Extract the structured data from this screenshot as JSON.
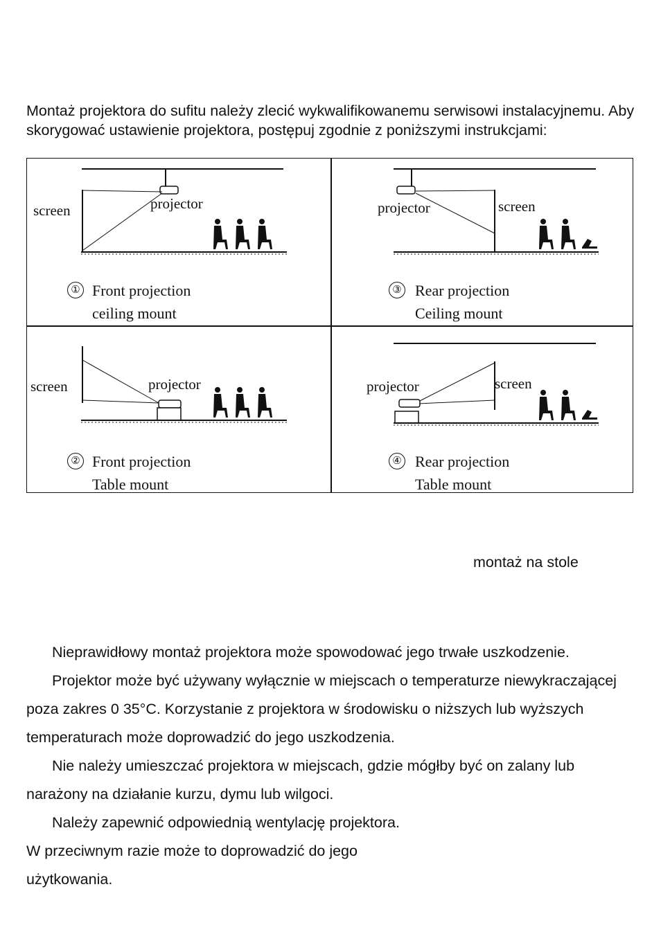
{
  "intro_text": "Montaż projektora do sufitu należy zlecić wykwalifikowanemu serwisowi instalacyjnemu. Aby skorygować ustawienie projektora, postępuj zgodnie z poniższymi instrukcjami:",
  "diagram": {
    "label_screen": "screen",
    "label_projector": "projector",
    "panels": [
      {
        "number": "①",
        "line1": "Front projection",
        "line2": "ceiling mount"
      },
      {
        "number": "③",
        "line1": "Rear projection",
        "line2": "Ceiling mount"
      },
      {
        "number": "②",
        "line1": "Front projection",
        "line2": "Table mount"
      },
      {
        "number": "④",
        "line1": "Rear projection",
        "line2": "Table mount"
      }
    ]
  },
  "side_note": "montaż na stole",
  "paragraphs": [
    "Nieprawidłowy montaż projektora może spowodować jego trwałe uszkodzenie.",
    "Projektor może być używany wyłącznie w miejscach o temperaturze niewykraczającej poza zakres 0 35°C. Korzystanie z projektora w środowisku o niższych lub wyższych temperaturach może doprowadzić do jego uszkodzenia.",
    "Nie należy umieszczać projektora w miejscach, gdzie mógłby być on zalany lub narażony na działanie kurzu, dymu lub wilgoci.",
    "Należy zapewnić odpowiednią wentylację projektora. W przeciwnym razie może to doprowadzić do jego",
    "użytkowania."
  ]
}
